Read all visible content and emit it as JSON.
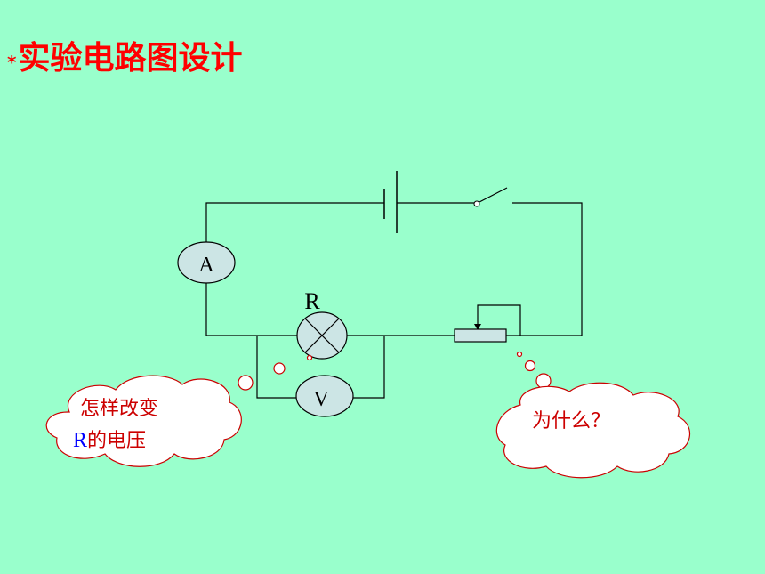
{
  "slide": {
    "title_prefix": "*",
    "title": "实验电路图设计",
    "background_color": "#99ffcc",
    "title_color": "#ff0000"
  },
  "circuit": {
    "ammeter_label": "A",
    "voltmeter_label": "V",
    "lamp_label": "R"
  },
  "bubbles": {
    "left": {
      "line1": "怎样改变",
      "line2_highlight": "R",
      "line2_rest": "的电压",
      "text_color": "#cc0000",
      "highlight_color": "#0000ff"
    },
    "right": {
      "text": "为什么？",
      "text_color": "#cc0000"
    }
  }
}
